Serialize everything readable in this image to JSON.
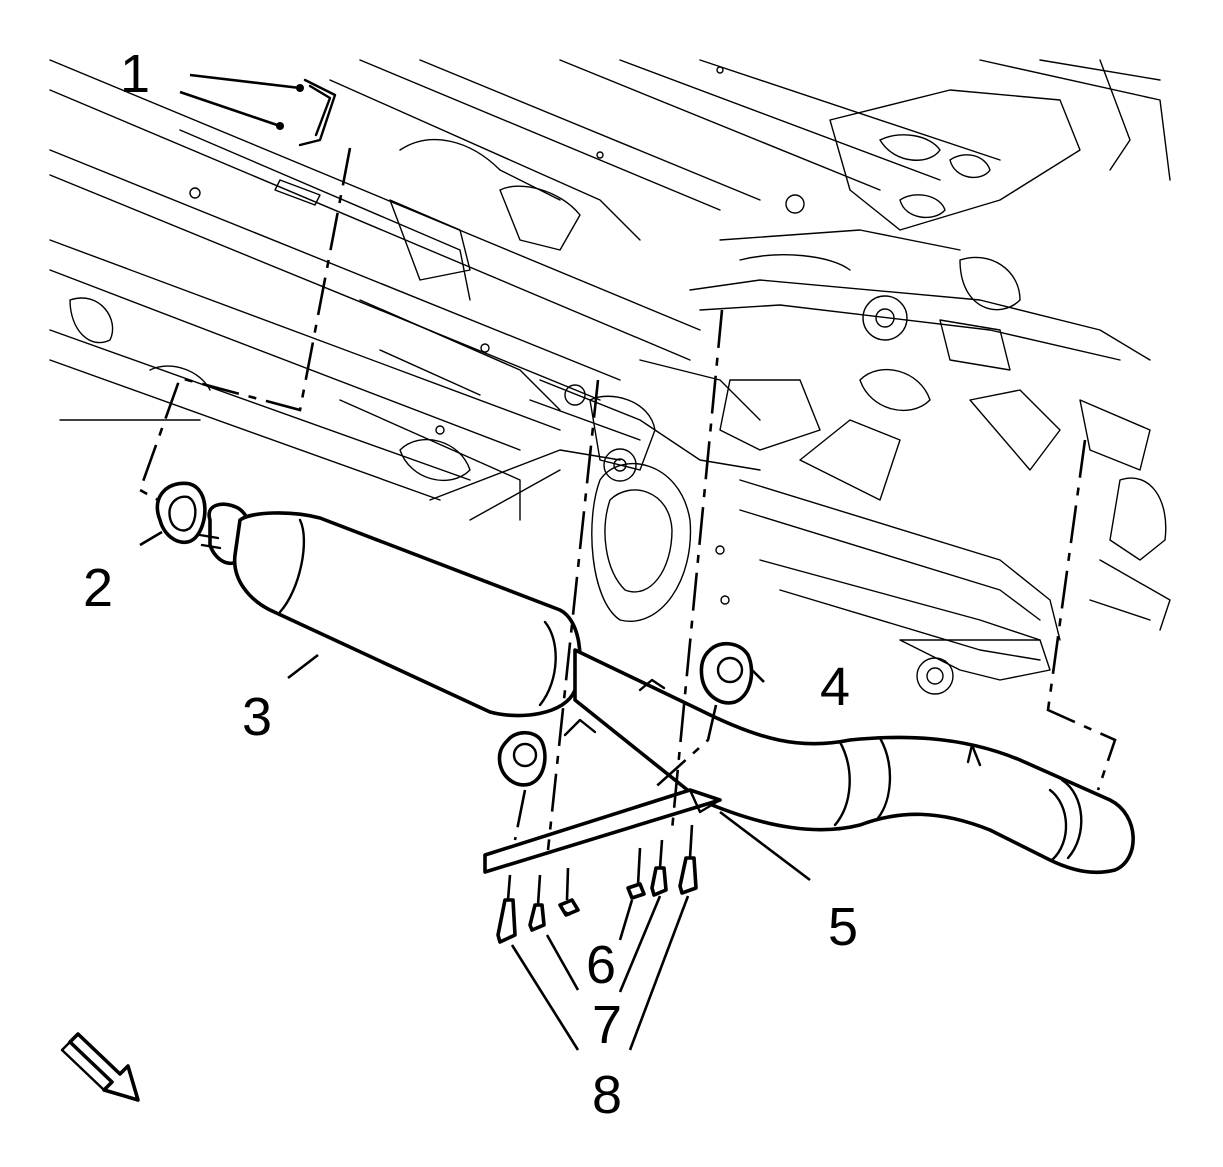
{
  "callouts": [
    {
      "id": "1",
      "label": "1"
    },
    {
      "id": "2",
      "label": "2"
    },
    {
      "id": "3",
      "label": "3"
    },
    {
      "id": "4",
      "label": "4"
    },
    {
      "id": "5",
      "label": "5"
    },
    {
      "id": "6",
      "label": "6"
    },
    {
      "id": "7",
      "label": "7"
    },
    {
      "id": "8",
      "label": "8"
    }
  ],
  "icons": {
    "direction_arrow": "forward-direction-arrow-icon"
  }
}
